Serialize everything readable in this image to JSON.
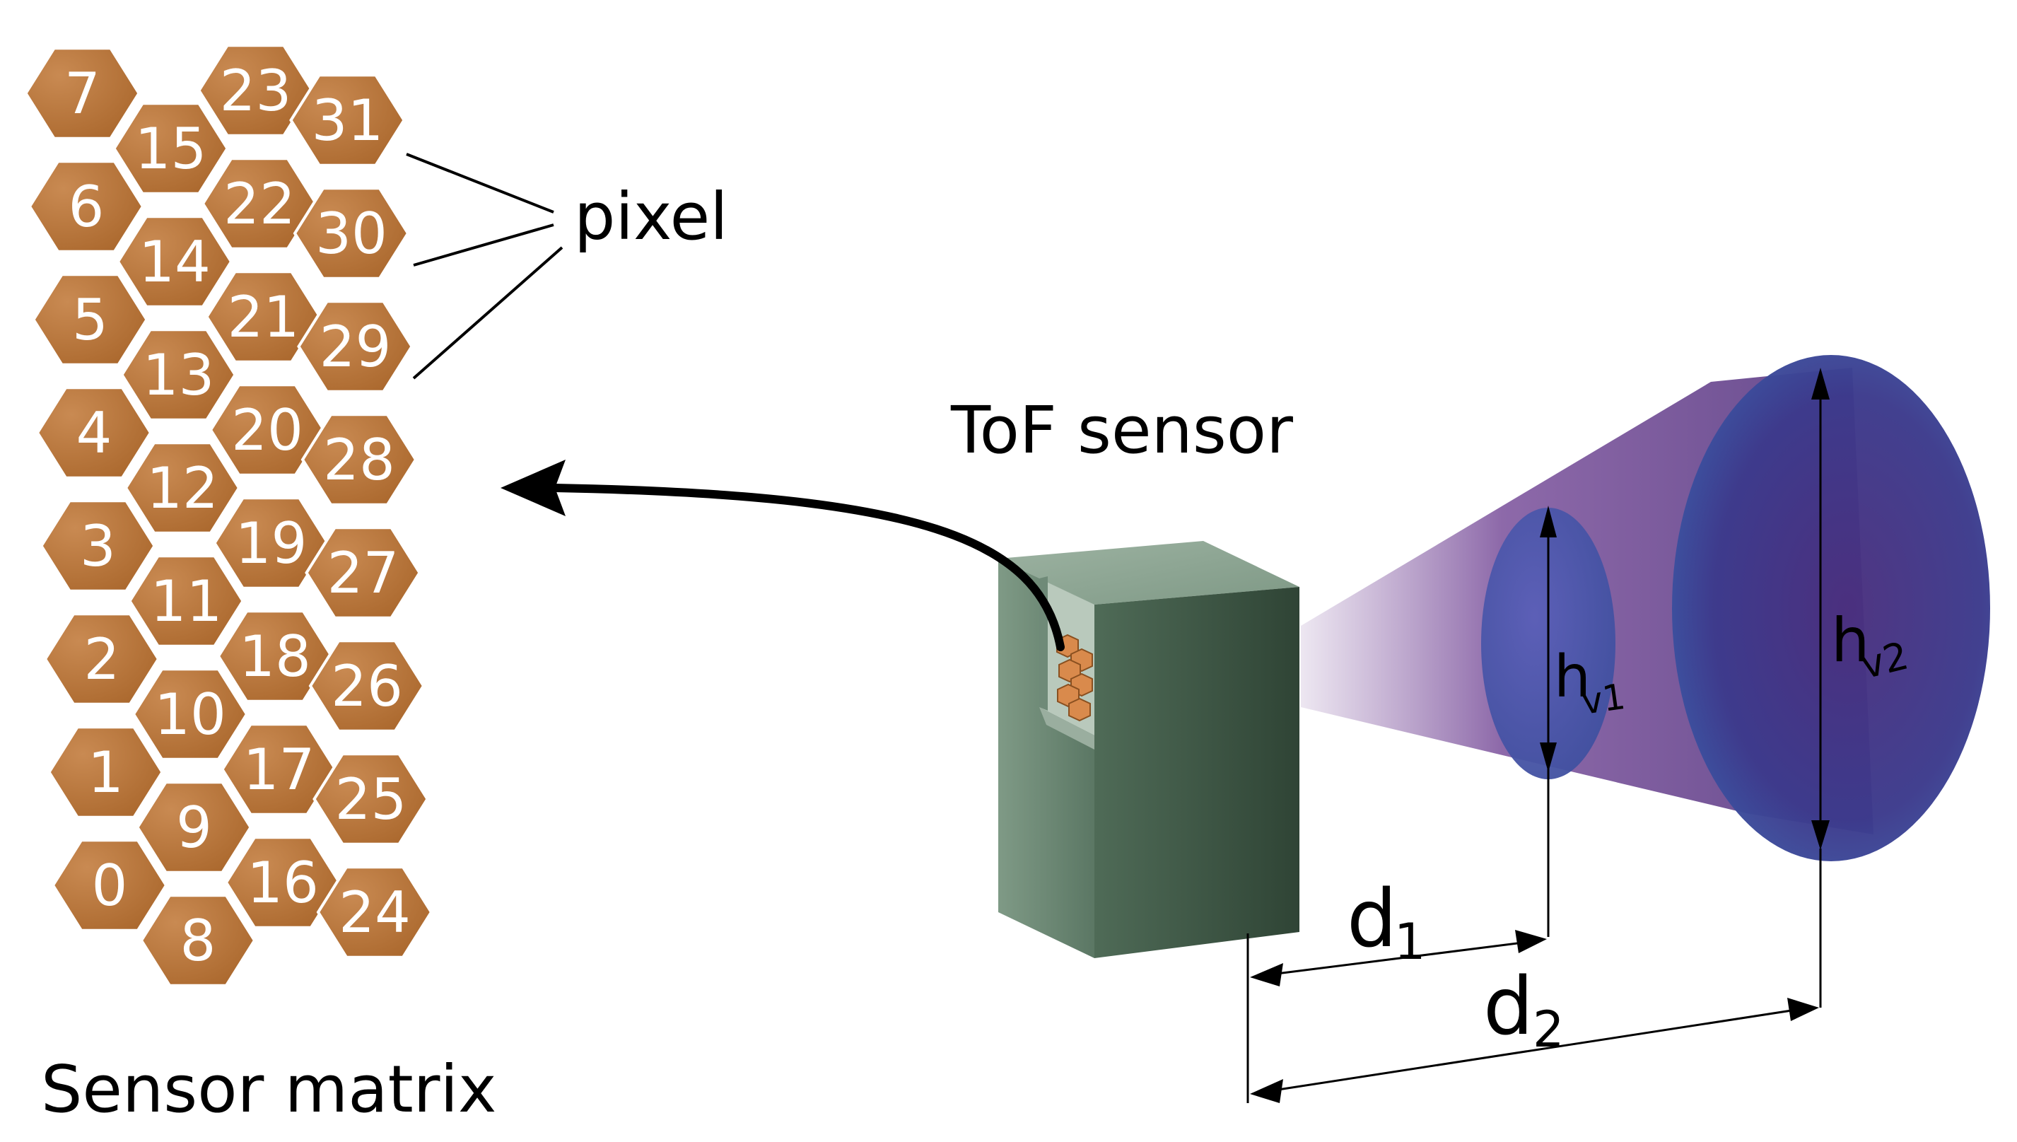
{
  "labels": {
    "pixel": "pixel",
    "tof_sensor": "ToF sensor",
    "sensor_matrix": "Sensor matrix",
    "d1_main": "d",
    "d1_sub": "1",
    "d2_main": "d",
    "d2_sub": "2",
    "hv1_main": "h",
    "hv1_sub": "v1",
    "hv2_main": "h",
    "hv2_sub": "v2"
  },
  "pixel_numbers": [
    "0",
    "1",
    "2",
    "3",
    "4",
    "5",
    "6",
    "7",
    "8",
    "9",
    "10",
    "11",
    "12",
    "13",
    "14",
    "15",
    "16",
    "17",
    "18",
    "19",
    "20",
    "21",
    "22",
    "23",
    "24",
    "25",
    "26",
    "27",
    "28",
    "29",
    "30",
    "31"
  ],
  "colors": {
    "pixel_fill": "#b7763a",
    "pixel_text": "#ffffff",
    "sensor_body": "#4f6b55",
    "beam": "#6a3f8f",
    "target": "#3e4f9e",
    "line": "#000000"
  }
}
